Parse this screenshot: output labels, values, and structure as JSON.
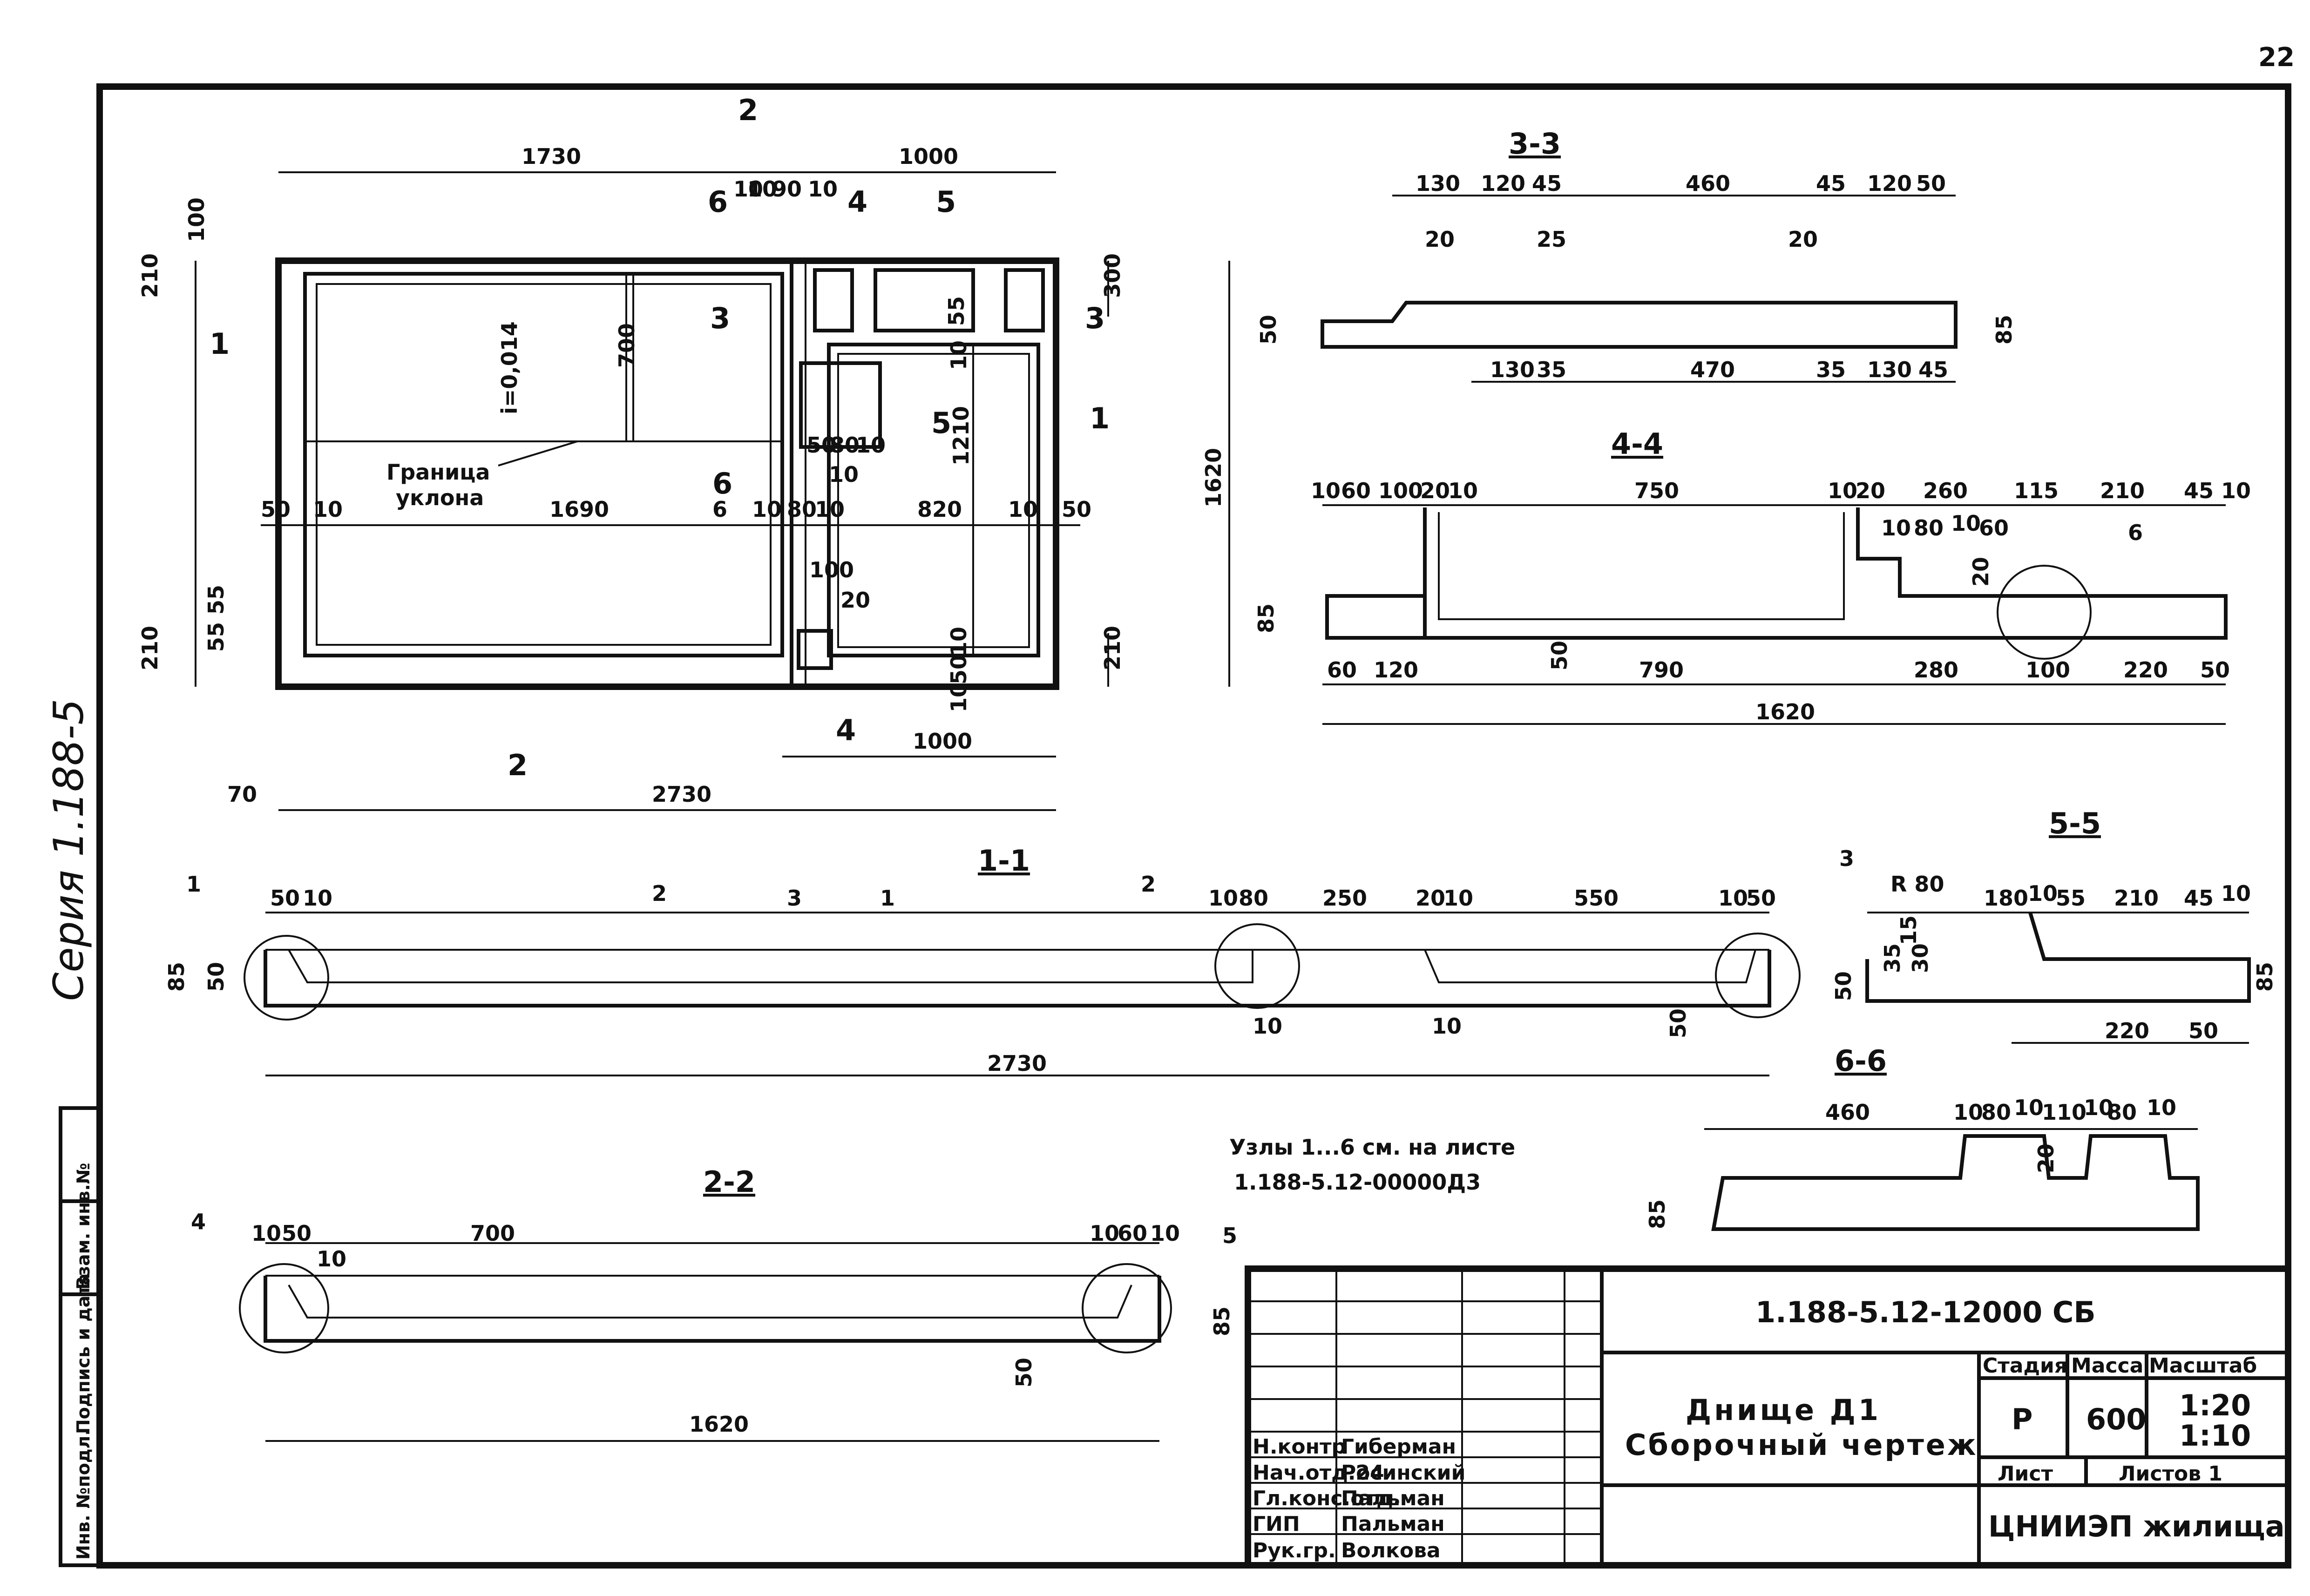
{
  "page_number": "22",
  "series_label": "Серия 1.188-5",
  "side_stamp": [
    "Инв. №подл.",
    "Подпись и дата",
    "Взам. инв.№"
  ],
  "plan": {
    "dims": [
      "1730",
      "1000",
      "2730",
      "1000",
      "1620",
      "210",
      "100",
      "210",
      "55",
      "55",
      "70",
      "50",
      "10",
      "1690",
      "6",
      "10",
      "80",
      "10",
      "820",
      "10",
      "50",
      "700",
      "1210",
      "300",
      "210",
      "55",
      "50",
      "80",
      "10",
      "10",
      "100",
      "20",
      "10",
      "10",
      "50",
      "10",
      "10",
      "10",
      "90",
      "10"
    ],
    "slope": "i=0,014",
    "boundary_label_1": "Граница",
    "boundary_label_2": "уклона",
    "cuts": [
      "1",
      "1",
      "2",
      "2",
      "3",
      "3",
      "4",
      "4",
      "5",
      "5",
      "6",
      "6"
    ]
  },
  "section_33": {
    "title": "3-3",
    "top_dims": [
      "130",
      "120",
      "45",
      "460",
      "45",
      "120",
      "50"
    ],
    "bottom_dims": [
      "130",
      "35",
      "470",
      "35",
      "130",
      "45"
    ],
    "side_dims": [
      "20",
      "25",
      "20",
      "50",
      "85"
    ]
  },
  "section_44": {
    "title": "4-4",
    "top_dims": [
      "10",
      "60",
      "100",
      "20",
      "10",
      "750",
      "10",
      "20",
      "260",
      "115",
      "210",
      "45",
      "10"
    ],
    "mid_dims": [
      "10",
      "80",
      "10",
      "60",
      "20"
    ],
    "bottom_dims": [
      "60",
      "120",
      "790",
      "280",
      "100",
      "220",
      "50"
    ],
    "total": "1620",
    "side_dims": [
      "85",
      "50"
    ],
    "callout": "6"
  },
  "section_11": {
    "title": "1-1",
    "top_dims": [
      "50",
      "10",
      "10",
      "80",
      "250",
      "20",
      "10",
      "550",
      "10",
      "50"
    ],
    "bottom_dims": [
      "10",
      "10",
      "50"
    ],
    "total": "2730",
    "side_dims": [
      "85",
      "50"
    ],
    "callouts": [
      "1",
      "2",
      "3",
      "1",
      "2",
      "3"
    ]
  },
  "section_55": {
    "title": "5-5",
    "radius": "R 80",
    "top_dims": [
      "180",
      "10",
      "55",
      "210",
      "45",
      "10"
    ],
    "bottom_dims": [
      "220",
      "50"
    ],
    "side_dims": [
      "15",
      "35",
      "30",
      "50",
      "85"
    ]
  },
  "section_66": {
    "title": "6-6",
    "top_dims": [
      "460",
      "10",
      "80",
      "10",
      "110",
      "10",
      "80",
      "10"
    ],
    "side_dims": [
      "85",
      "20"
    ]
  },
  "section_22": {
    "title": "2-2",
    "top_dims": [
      "10",
      "50",
      "10",
      "700",
      "10",
      "60",
      "10"
    ],
    "total": "1620",
    "side_dims": [
      "85",
      "50"
    ],
    "callouts": [
      "4",
      "5"
    ]
  },
  "note": {
    "line1": "Узлы 1...6 см. на листе",
    "line2": "1.188-5.12-00000Д3"
  },
  "title_block": {
    "code": "1.188-5.12-12000 СБ",
    "name_1": "Днище Д1",
    "name_2": "Сборочный чертеж",
    "stage_h": "Стадия",
    "mass_h": "Масса",
    "scale_h": "Масштаб",
    "stage": "Р",
    "mass": "600",
    "scale_1": "1:20",
    "scale_2": "1:10",
    "sheet": "Лист",
    "sheets": "Листов 1",
    "org": "ЦНИИЭП жилища",
    "roles": [
      "Н.контр",
      "Нач.отд.24",
      "Гл.конс.отд.",
      "ГИП",
      "Рук.гр."
    ],
    "names": [
      "Гиберман",
      "Росинский",
      "Пальман",
      "Пальман",
      "Волкова"
    ]
  }
}
